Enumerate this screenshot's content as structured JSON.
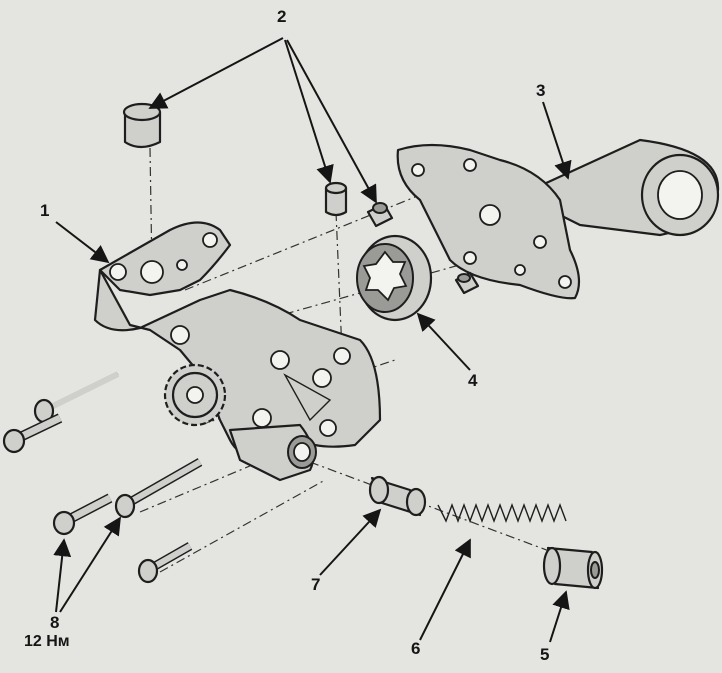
{
  "callouts": {
    "c1": "1",
    "c2": "2",
    "c3": "3",
    "c4": "4",
    "c5": "5",
    "c6": "6",
    "c7": "7",
    "c8": "8",
    "c8_torque": "12 Нм"
  },
  "colors": {
    "background": "#e4e4e1",
    "ink": "#151515",
    "metal": "#cfcfcb"
  }
}
